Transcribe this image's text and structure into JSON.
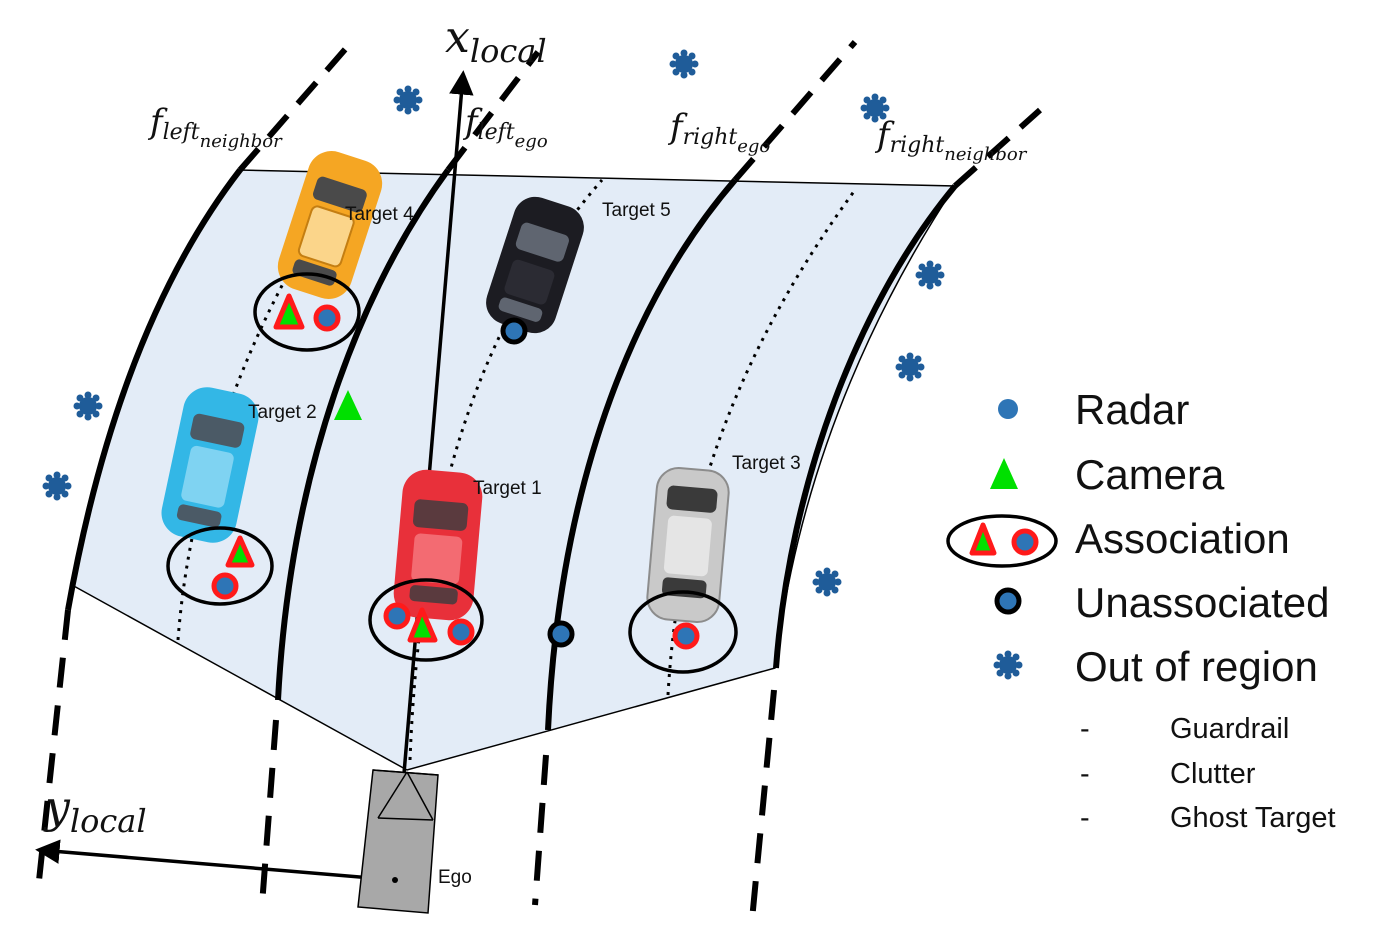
{
  "axes": {
    "x_main": "x",
    "x_sub": "local",
    "y_main": "y",
    "y_sub": "local"
  },
  "lanes": {
    "left_neighbor": {
      "main": "f",
      "sub": "left",
      "subsub": "neighbor"
    },
    "left_ego": {
      "main": "f",
      "sub": "left",
      "subsub": "ego"
    },
    "right_ego": {
      "main": "f",
      "sub": "right",
      "subsub": "ego"
    },
    "right_neighbor": {
      "main": "f",
      "sub": "right",
      "subsub": "neighbor"
    }
  },
  "targets": {
    "t1": "Target 1",
    "t2": "Target 2",
    "t3": "Target 3",
    "t4": "Target 4",
    "t5": "Target 5",
    "ego": "Ego"
  },
  "legend": {
    "radar": "Radar",
    "camera": "Camera",
    "association": "Association",
    "unassociated": "Unassociated",
    "out_of_region": "Out of region",
    "dash": "-",
    "sub_items": [
      "Guardrail",
      "Clutter",
      "Ghost Target"
    ]
  },
  "colors": {
    "region_fill": "#e3ecf7",
    "radar": "#2e75b6",
    "camera": "#00e000",
    "association_ring": "#ff1a1a",
    "out_of_region": "#1f5c99",
    "car_orange": "#f5a623",
    "car_blue": "#33b7e6",
    "car_red": "#e8303a",
    "car_black": "#1c1c22",
    "car_silver": "#c9c9c9",
    "ego_box": "#a8a8a8"
  }
}
